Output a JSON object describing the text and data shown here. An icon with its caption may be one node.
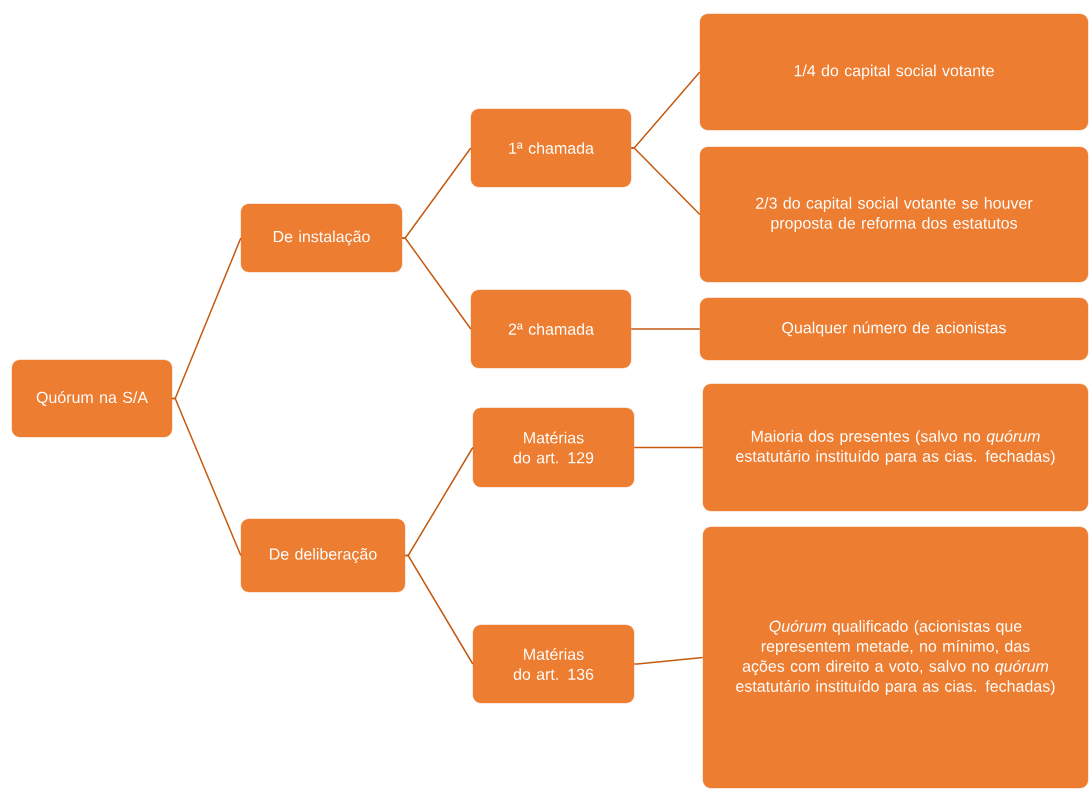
{
  "diagram": {
    "nodes": [
      {
        "text": [
          "Quórum na S/A"
        ]
      },
      {
        "text": [
          "De instalação"
        ]
      },
      {
        "text": [
          "De deliberação"
        ]
      },
      {
        "text": [
          "1ª chamada"
        ]
      },
      {
        "text": [
          "2ª chamada"
        ]
      },
      {
        "text": [
          "Matérias do art. 129"
        ]
      },
      {
        "text": [
          "Matérias do art. 136"
        ]
      },
      {
        "text": [
          "1/4 do capital social votante"
        ]
      },
      {
        "text": [
          "2/3 do capital social votante se houver proposta de reforma dos estatutos"
        ]
      },
      {
        "text": [
          "Qualquer número de acionistas"
        ]
      },
      {
        "text": [
          "Maioria dos presentes (salvo no *quórum* estatutário instituído para as cias. fechadas)"
        ]
      },
      {
        "text": [
          "*Quórum* qualificado (acionistas que representem metade, no mínimo, das ações com direito a voto, salvo no *quórum* estatutário instituído para as cias. fechadas)"
        ]
      }
    ],
    "edges": [
      {
        "from": 0,
        "to": 1,
        "arrow": "none"
      },
      {
        "from": 0,
        "to": 2,
        "arrow": "none"
      },
      {
        "from": 1,
        "to": 3,
        "arrow": "none"
      },
      {
        "from": 1,
        "to": 4,
        "arrow": "none"
      },
      {
        "from": 3,
        "to": 7,
        "arrow": "none"
      },
      {
        "from": 3,
        "to": 8,
        "arrow": "none"
      },
      {
        "from": 4,
        "to": 9,
        "arrow": "none"
      },
      {
        "from": 2,
        "to": 5,
        "arrow": "none"
      },
      {
        "from": 2,
        "to": 6,
        "arrow": "none"
      },
      {
        "from": 5,
        "to": 10,
        "arrow": "none"
      },
      {
        "from": 6,
        "to": 11,
        "arrow": "none"
      }
    ]
  }
}
